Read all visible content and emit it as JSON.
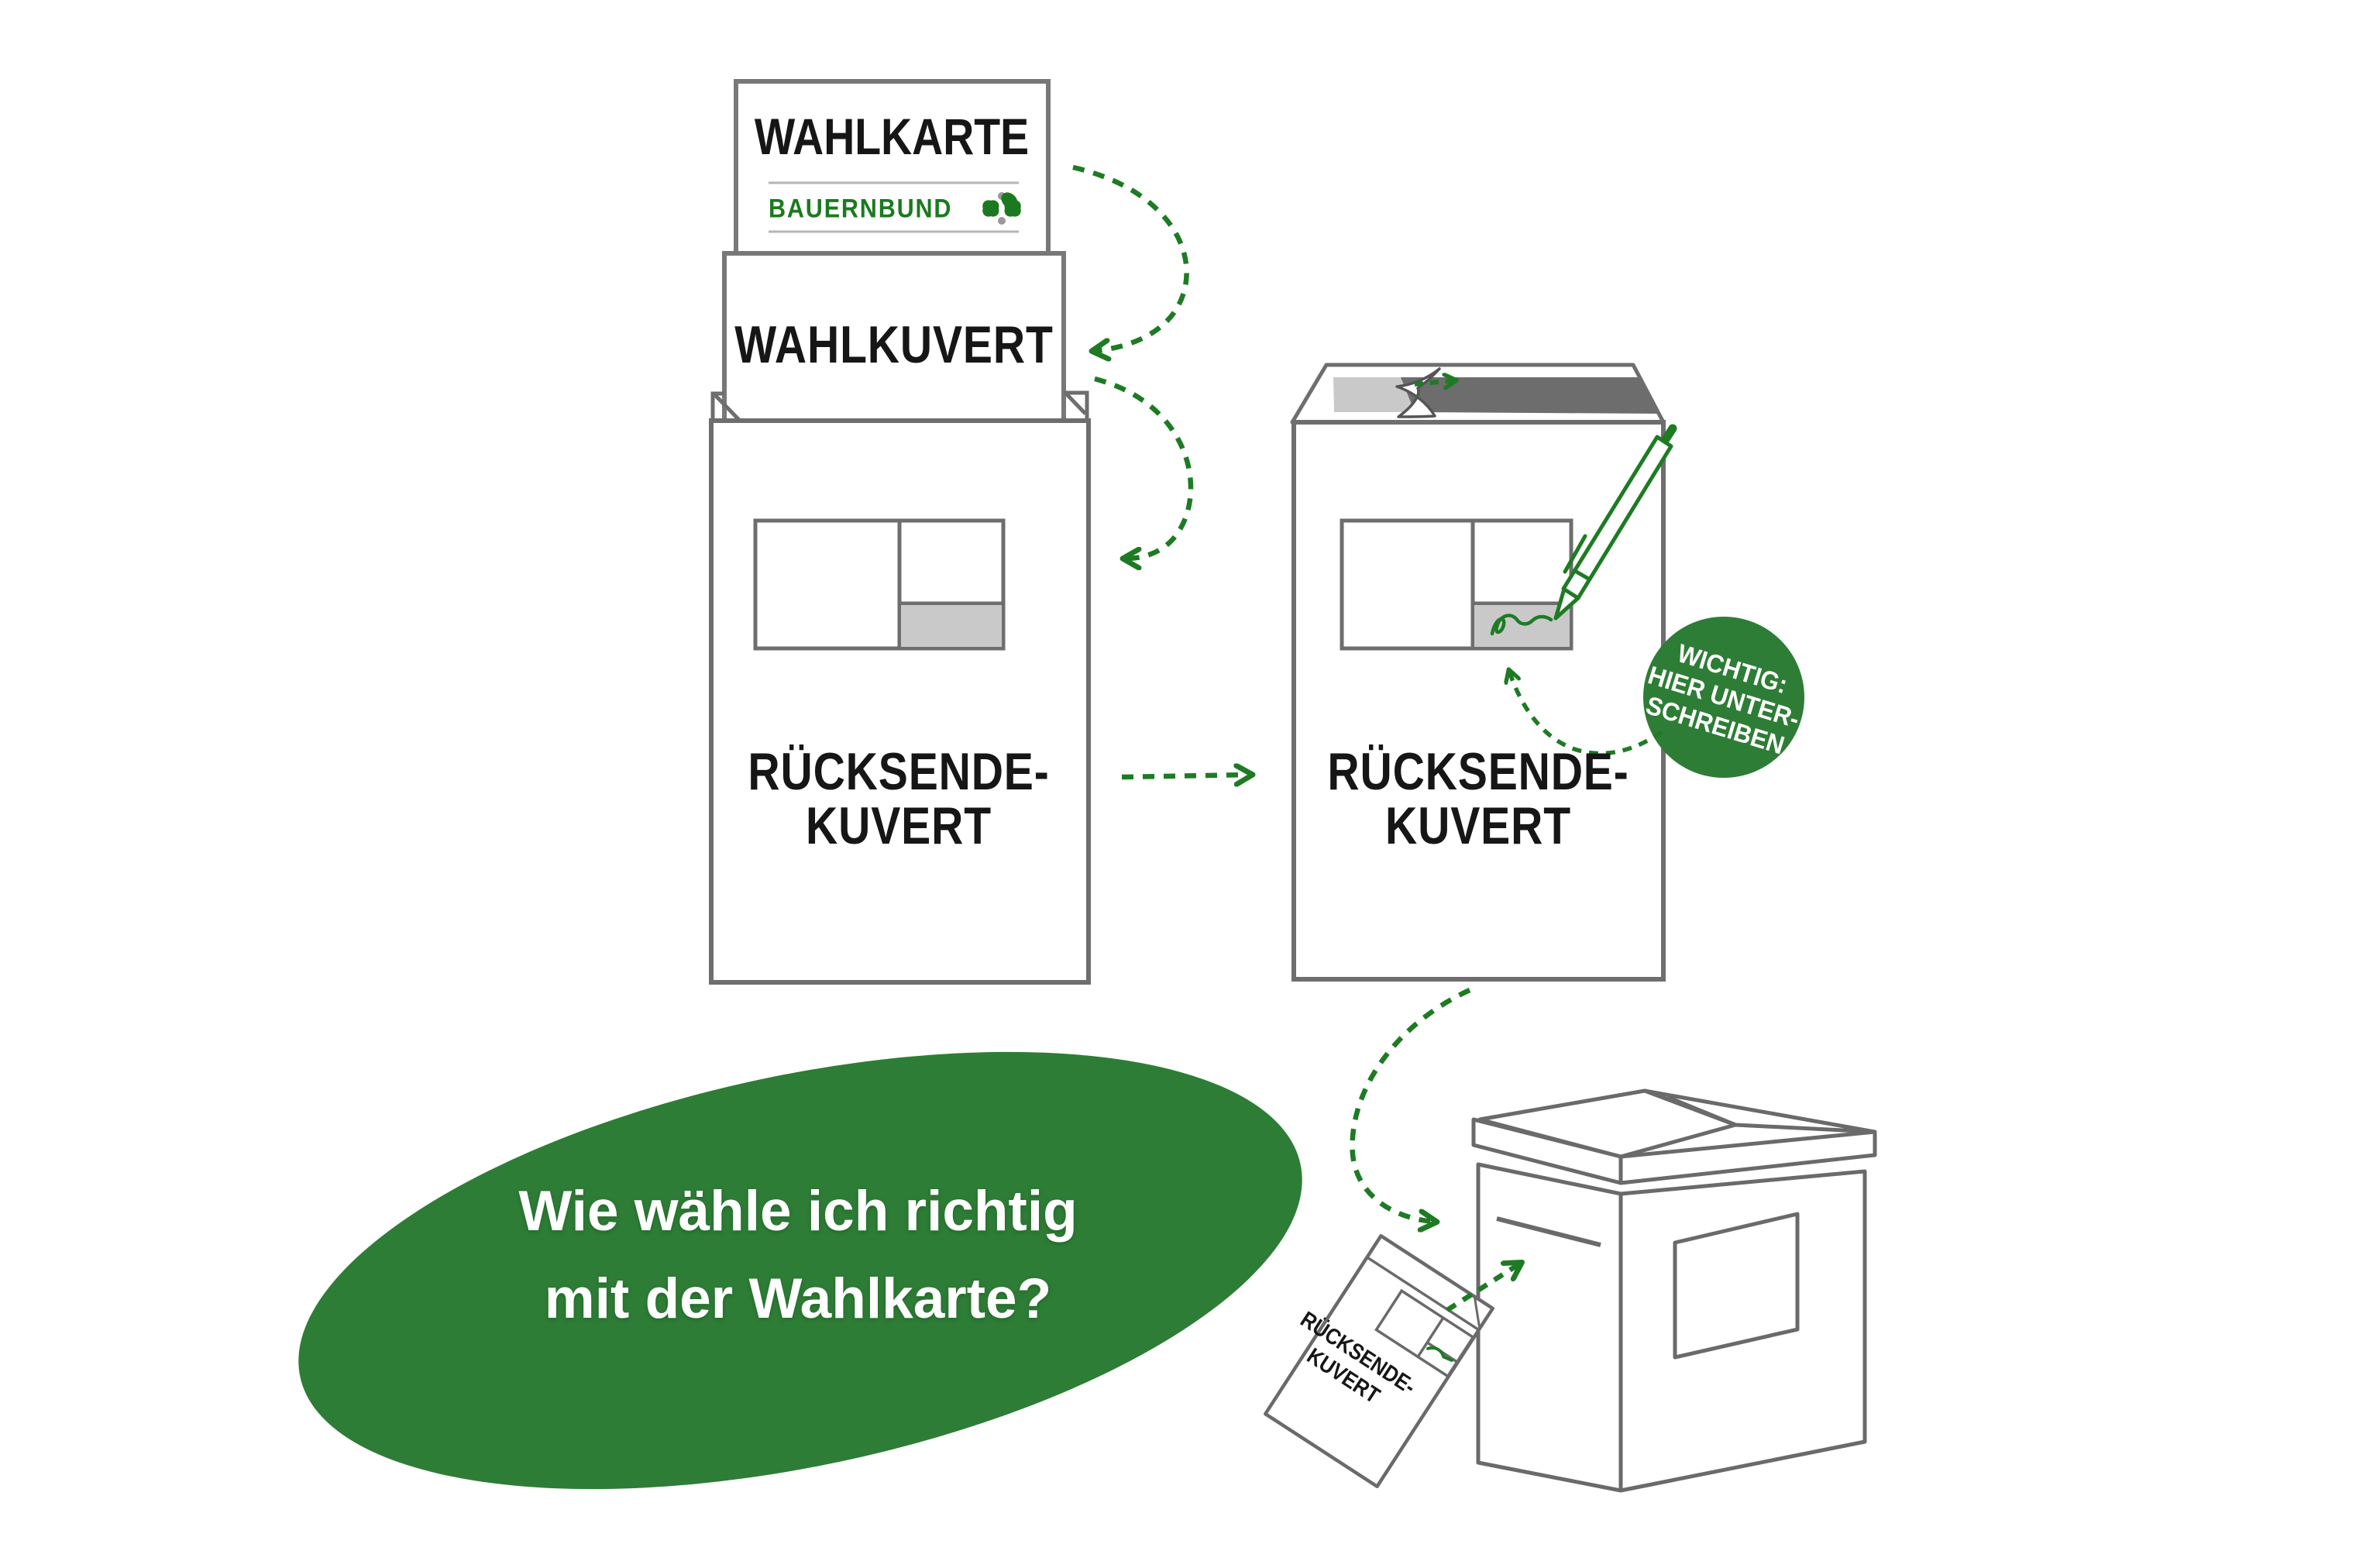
{
  "colors": {
    "green_fill": "#2e7d36",
    "green_stroke": "#1e7b23",
    "green_text": "#1b7a1f",
    "border_gray": "#6e6e6e",
    "light_gray": "#c9c9c9",
    "dark_gray": "#6d6d6d",
    "thin_line_gray": "#b5b5b5",
    "text_black": "#161616"
  },
  "wahlkarte": {
    "title": "WAHLKARTE",
    "brand": "BAUERNBUND"
  },
  "wahlkuvert": {
    "label": "WAHLKUVERT"
  },
  "ruecksende_left": {
    "line1": "RÜCKSENDE-",
    "line2": "KUVERT"
  },
  "ruecksende_right": {
    "line1": "RÜCKSENDE-",
    "line2": "KUVERT"
  },
  "badge": {
    "line1": "WICHTIG:",
    "line2": "HIER UNTER-",
    "line3": "SCHREIBEN"
  },
  "question": {
    "line1": "Wie wähle ich richtig",
    "line2": "mit der Wahlkarte?"
  },
  "small_envelope": {
    "line1": "RÜCKSENDE-",
    "line2": "KUVERT"
  },
  "icons": {
    "clover": "clover-icon",
    "pen": "pen-icon",
    "signature": "signature-scribble",
    "arrows": "dashed-green-arrows"
  }
}
